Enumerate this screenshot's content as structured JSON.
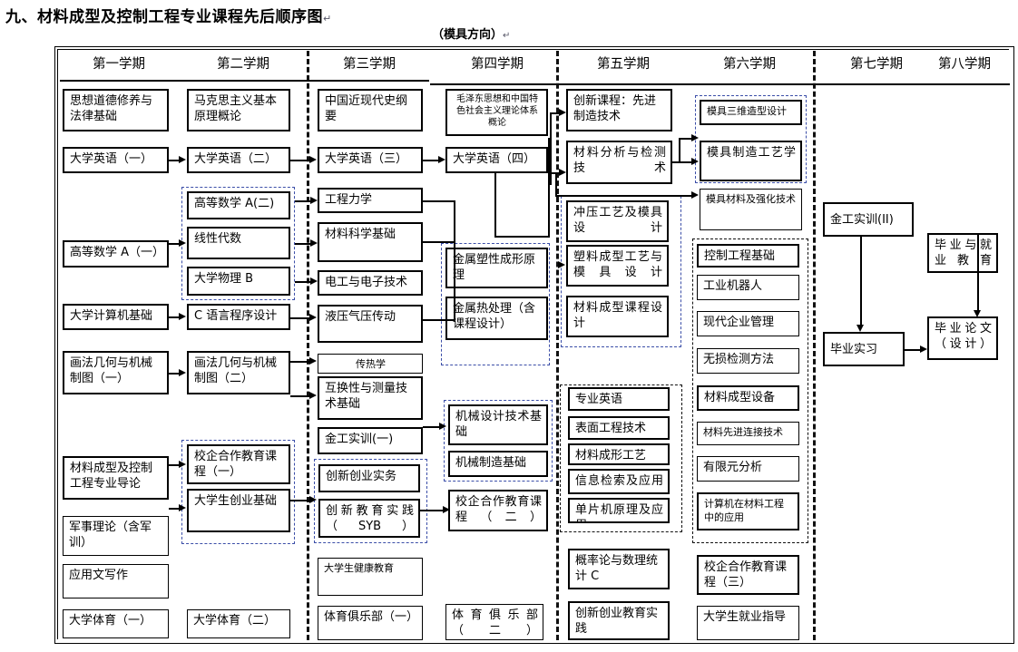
{
  "page": {
    "title": "九、材料成型及控制工程专业课程先后顺序图",
    "subtitle": "（模具方向）",
    "pilcrow": "↵"
  },
  "semesters": [
    {
      "label": "第一学期"
    },
    {
      "label": "第二学期"
    },
    {
      "label": "第三学期"
    },
    {
      "label": "第四学期"
    },
    {
      "label": "第五学期"
    },
    {
      "label": "第六学期"
    },
    {
      "label": "第七学期"
    },
    {
      "label": "第八学期"
    }
  ],
  "courses": {
    "s1": [
      {
        "id": "c1-1",
        "name": "思想道德修养与法律基础"
      },
      {
        "id": "c1-2",
        "name": "大学英语（一）"
      },
      {
        "id": "c1-3",
        "name": "高等数学 A（一）"
      },
      {
        "id": "c1-4",
        "name": "大学计算机基础"
      },
      {
        "id": "c1-5",
        "name": "画法几何与机械制图（一）"
      },
      {
        "id": "c1-6",
        "name": "材料成型及控制工程专业导论"
      },
      {
        "id": "c1-7",
        "name": "军事理论（含军训）"
      },
      {
        "id": "c1-8",
        "name": "应用文写作"
      },
      {
        "id": "c1-9",
        "name": "大学体育（一）"
      }
    ],
    "s2": [
      {
        "id": "c2-1",
        "name": "马克思主义基本原理概论"
      },
      {
        "id": "c2-2",
        "name": "大学英语（二）"
      },
      {
        "id": "c2-3",
        "name": "高等数学 A(二)"
      },
      {
        "id": "c2-4",
        "name": "线性代数"
      },
      {
        "id": "c2-5",
        "name": "大学物理 B"
      },
      {
        "id": "c2-6",
        "name": "C 语言程序设计"
      },
      {
        "id": "c2-7",
        "name": "画法几何与机械制图（二）"
      },
      {
        "id": "c2-8",
        "name": "校企合作教育课程（一）"
      },
      {
        "id": "c2-9",
        "name": "大学生创业基础"
      },
      {
        "id": "c2-10",
        "name": "大学体育（二）"
      }
    ],
    "s3": [
      {
        "id": "c3-1",
        "name": "中国近现代史纲要"
      },
      {
        "id": "c3-2",
        "name": "大学英语（三）"
      },
      {
        "id": "c3-3",
        "name": "工程力学"
      },
      {
        "id": "c3-4",
        "name": "材料科学基础"
      },
      {
        "id": "c3-5",
        "name": "电工与电子技术"
      },
      {
        "id": "c3-6",
        "name": "液压气压传动"
      },
      {
        "id": "c3-7",
        "name": "传热学"
      },
      {
        "id": "c3-8",
        "name": "互换性与测量技术基础"
      },
      {
        "id": "c3-9",
        "name": "金工实训(一)"
      },
      {
        "id": "c3-10",
        "name": "创新创业实务"
      },
      {
        "id": "c3-11",
        "name": "创新教育实践（SYB）"
      },
      {
        "id": "c3-12",
        "name": "大学生健康教育"
      },
      {
        "id": "c3-13",
        "name": "体育俱乐部（一）"
      }
    ],
    "s4": [
      {
        "id": "c4-1",
        "name": "毛泽东思想和中国特色社会主义理论体系概论"
      },
      {
        "id": "c4-2",
        "name": "大学英语（四）"
      },
      {
        "id": "c4-3",
        "name": "金属塑性成形原理"
      },
      {
        "id": "c4-4",
        "name": "金属热处理（含课程设计）"
      },
      {
        "id": "c4-5",
        "name": "机械设计技术基础"
      },
      {
        "id": "c4-6",
        "name": "机械制造基础"
      },
      {
        "id": "c4-7",
        "name": "校企合作教育课程（二）"
      },
      {
        "id": "c4-8",
        "name": "体育俱乐部（二）"
      }
    ],
    "s5": [
      {
        "id": "c5-1",
        "name": "创新课程：先进制造技术"
      },
      {
        "id": "c5-2",
        "name": "材料分析与检测技术"
      },
      {
        "id": "c5-3",
        "name": "冲压工艺及模具设计"
      },
      {
        "id": "c5-4",
        "name": "塑料成型工艺与模具设计"
      },
      {
        "id": "c5-5",
        "name": "材料成型课程设计"
      },
      {
        "id": "c5-6",
        "name": "专业英语"
      },
      {
        "id": "c5-7",
        "name": "表面工程技术"
      },
      {
        "id": "c5-8",
        "name": "材料成形工艺"
      },
      {
        "id": "c5-9",
        "name": "信息检索及应用"
      },
      {
        "id": "c5-10",
        "name": "单片机原理及应用"
      },
      {
        "id": "c5-11",
        "name": "概率论与数理统计 C"
      },
      {
        "id": "c5-12",
        "name": "创新创业教育实践"
      }
    ],
    "s6": [
      {
        "id": "c6-1",
        "name": "模具三维造型设计"
      },
      {
        "id": "c6-2",
        "name": "模具制造工艺学"
      },
      {
        "id": "c6-3",
        "name": "模具材料及强化技术"
      },
      {
        "id": "c6-4",
        "name": "控制工程基础"
      },
      {
        "id": "c6-5",
        "name": "工业机器人"
      },
      {
        "id": "c6-6",
        "name": "现代企业管理"
      },
      {
        "id": "c6-7",
        "name": "无损检测方法"
      },
      {
        "id": "c6-8",
        "name": "材料成型设备"
      },
      {
        "id": "c6-9",
        "name": "材料先进连接技术"
      },
      {
        "id": "c6-10",
        "name": "有限元分析"
      },
      {
        "id": "c6-11",
        "name": "计算机在材料工程中的应用"
      },
      {
        "id": "c6-12",
        "name": "校企合作教育课程（三）"
      },
      {
        "id": "c6-13",
        "name": "大学生就业指导"
      }
    ],
    "s7": [
      {
        "id": "c7-1",
        "name": "金工实训(II)"
      },
      {
        "id": "c7-2",
        "name": "毕业实习"
      }
    ],
    "s8": [
      {
        "id": "c8-1",
        "name": "毕业与就业教育"
      },
      {
        "id": "c8-2",
        "name": "毕业论文（设计）"
      }
    ]
  },
  "colors": {
    "group_dashed": "#3b4ea8",
    "line": "#000000",
    "band": "#f4f5f1"
  }
}
